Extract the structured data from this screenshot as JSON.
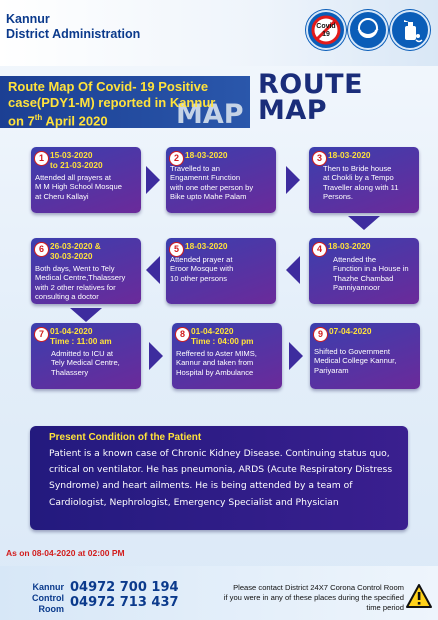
{
  "header": {
    "org_line1": "Kannur",
    "org_line2": "District Administration",
    "covid_icon_label": "Covid\n19",
    "icons": [
      "covid19-sign-icon",
      "face-mask-icon",
      "hand-sanitizer-icon"
    ]
  },
  "title": {
    "line1": "Route Map Of Covid- 19 Positive",
    "line2": "case(PDY1-M) reported in Kannur",
    "line3_prefix": "on 7",
    "line3_sup": "th",
    "line3_suffix": " April 2020",
    "route_map_line1": "ROUTE",
    "route_map_line2": "MAP",
    "shadow_text": "MAP"
  },
  "steps": [
    {
      "num": "1",
      "date": "15-03-2020\nto 21-03-2020",
      "desc": "Attended all prayers at\nM M High School Mosque\nat Cheru Kallayi"
    },
    {
      "num": "2",
      "date": "18-03-2020",
      "desc": "Travelled to an\nEngamennt Function\nwith one other person by\nBike upto Mahe Palam"
    },
    {
      "num": "3",
      "date": "18-03-2020",
      "desc": "Then to Bride house\nat Chokli by a Tempo\nTraveller along with 11\nPersons."
    },
    {
      "num": "4",
      "date": "18-03-2020",
      "desc": "Attended the\nFunction in a House in\nThazhe Chambad\nPanniyannoor"
    },
    {
      "num": "5",
      "date": "18-03-2020",
      "desc": "Attended prayer at\nEroor Mosque with\n10 other persons"
    },
    {
      "num": "6",
      "date": "26-03-2020 &\n30-03-2020",
      "desc": "Both days, Went to Tely\nMedical Centre,Thalassery\nwith 2 other relatives for\nconsulting a doctor"
    },
    {
      "num": "7",
      "date": "01-04-2020\nTime : 11:00 am",
      "desc": "Admitted to ICU at\nTely Medical  Centre,\nThalassery"
    },
    {
      "num": "8",
      "date": "01-04-2020\nTime : 04:00 pm",
      "desc": "Reffered to Aster MIMS,\nKannur and taken from\nHospital by Ambulance"
    },
    {
      "num": "9",
      "date": "07-04-2020",
      "desc": "Shifted to Government\nMedical College Kannur,\nPariyaram"
    }
  ],
  "condition": {
    "title": "Present Condition of the Patient",
    "text": "Patient is a known case of Chronic Kidney Disease. Continuing status quo, critical on ventilator. He has pneumonia, ARDS (Acute Respiratory Distress Syndrome) and heart ailments. He is being attended by a team of Cardiologist, Nephrologist, Emergency Specialist and Physician"
  },
  "as_on": "As on 08-04-2020 at 02:00 PM",
  "footer": {
    "label_line1": "Kannur",
    "label_line2": "Control Room",
    "phone1": "04972 700 194",
    "phone2": "04972 713 437",
    "contact_line1": "Please contact District 24X7 Corona Control Room",
    "contact_line2": "if you were in any of these places during the specified",
    "contact_line3": "time period"
  },
  "colors": {
    "brand_blue": "#0b3a8c",
    "title_yellow": "#ffe23b",
    "box_purple": "#4a36a6",
    "alert_red": "#d21d1d"
  }
}
